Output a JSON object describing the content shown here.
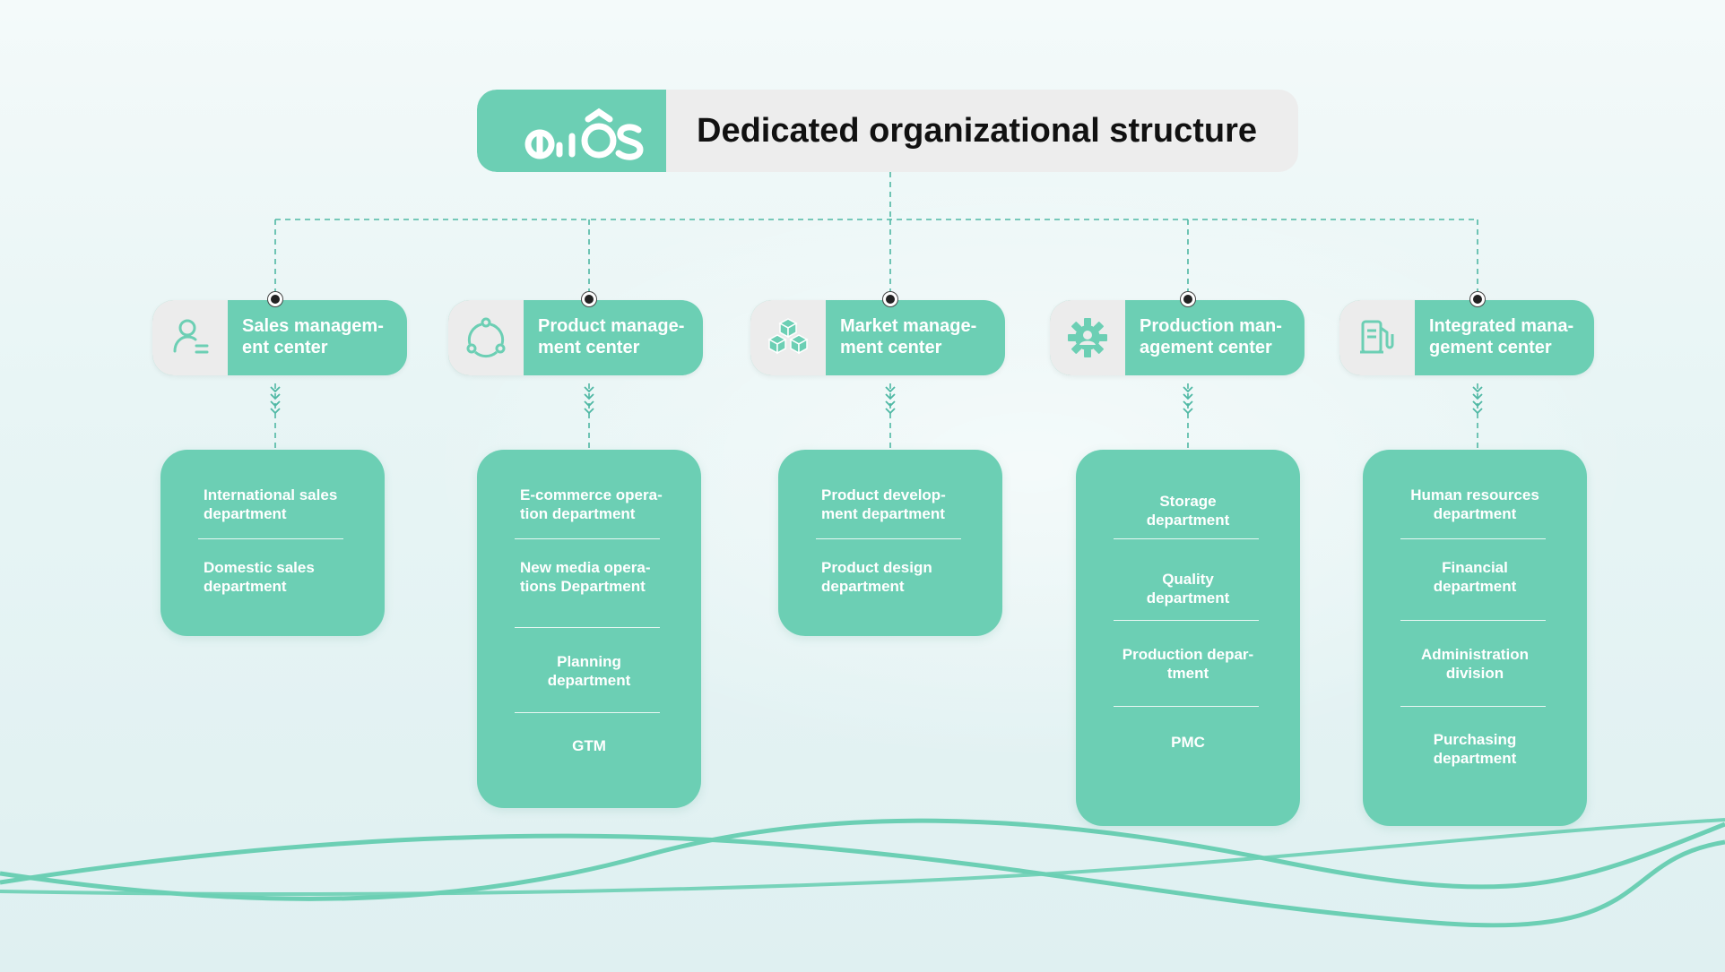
{
  "header": {
    "logo_text": "aiiOS",
    "title": "Dedicated organizational structure"
  },
  "colors": {
    "accent": "#6ccfb4",
    "line": "#4fb8a4",
    "pill_icon_bg": "#ececec",
    "title_text": "#111111"
  },
  "centers": [
    {
      "label": "Sales managem-\nent center",
      "icon": "user-list-icon",
      "departments": [
        "International sales\ndepartment",
        "Domestic sales\ndepartment"
      ]
    },
    {
      "label": "Product manage-\nment center",
      "icon": "cycle-nodes-icon",
      "departments": [
        "E-commerce opera-\ntion department",
        "New media opera-\ntions Department",
        "Planning\ndepartment",
        "GTM"
      ]
    },
    {
      "label": "Market manage-\nment center",
      "icon": "cubes-icon",
      "departments": [
        "Product develop-\nment department",
        "Product design\ndepartment"
      ]
    },
    {
      "label": "Production man-\nagement center",
      "icon": "gear-icon",
      "departments": [
        "Storage\ndepartment",
        "Quality\ndepartment",
        "Production depar-\ntment",
        "PMC"
      ]
    },
    {
      "label": "Integrated mana-\ngement center",
      "icon": "fuel-pump-icon",
      "departments": [
        "Human resources\ndepartment",
        "Financial\ndepartment",
        "Administration\ndivision",
        "Purchasing\ndepartment"
      ]
    }
  ]
}
